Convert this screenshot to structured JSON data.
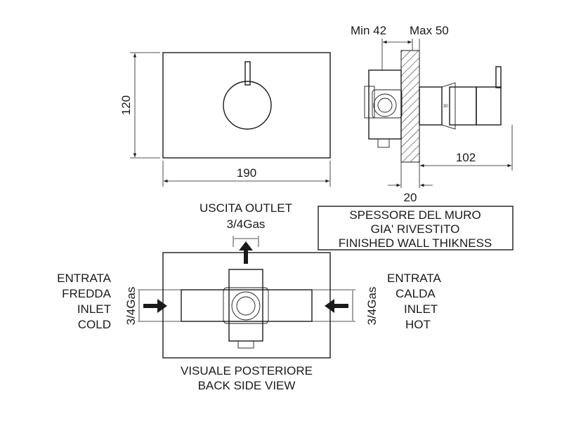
{
  "front_view": {
    "height_dim": "120",
    "width_dim": "190"
  },
  "side_view": {
    "min_label": "Min 42",
    "max_label": "Max 50",
    "depth_dim": "102",
    "wall_dim": "20",
    "dial_mark": "30"
  },
  "wall_note": {
    "line1": "SPESSORE DEL MURO",
    "line2": "GIA' RIVESTITO",
    "line3": "FINISHED WALL THIKNESS"
  },
  "outlet": {
    "line1": "USCITA  OUTLET",
    "line2": "3/4Gas"
  },
  "inlet_cold": {
    "line1": "ENTRATA",
    "line2": "FREDDA",
    "line3": "INLET",
    "line4": "COLD",
    "size": "3/4Gas"
  },
  "inlet_hot": {
    "line1": "ENTRATA",
    "line2": "CALDA",
    "line3": "INLET",
    "line4": "HOT",
    "size": "3/4Gas"
  },
  "back_view": {
    "line1": "VISUALE POSTERIORE",
    "line2": "BACK SIDE VIEW"
  }
}
